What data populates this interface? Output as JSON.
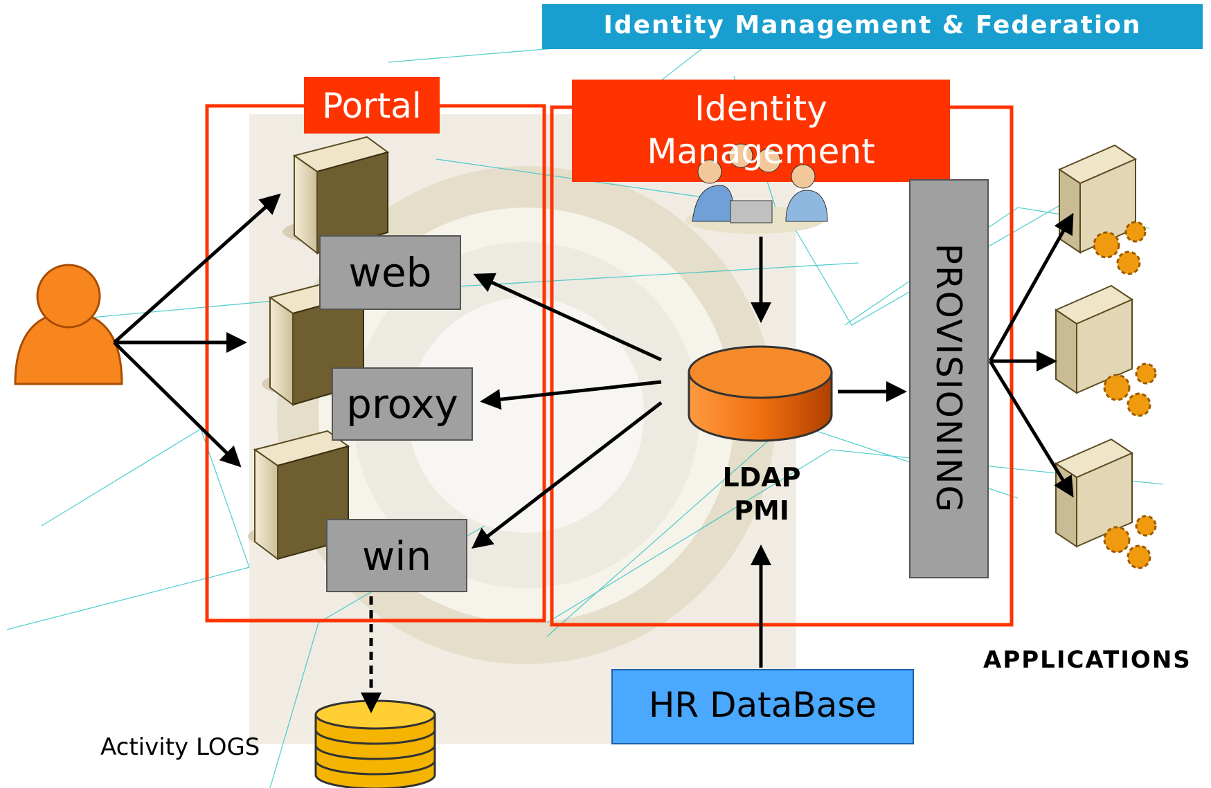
{
  "banner": {
    "title": "Identity Management & Federation"
  },
  "portal": {
    "title": "Portal",
    "servers": [
      "web",
      "proxy",
      "win"
    ]
  },
  "identity_management": {
    "title_line1": "Identity",
    "title_line2": "Management"
  },
  "provisioning": {
    "label": "PROVISIONING"
  },
  "directory": {
    "line1": "LDAP",
    "line2": "PMI"
  },
  "hr_database": {
    "label": "HR DataBase"
  },
  "applications": {
    "label": "APPLICATIONS"
  },
  "activity_logs": {
    "label": "Activity LOGS"
  },
  "colors": {
    "banner": "#199fcf",
    "frame_red": "#ff3300",
    "label_gray": "#a0a0a0",
    "hr_blue": "#4aa8ff",
    "ldap_orange": "#f07010",
    "user_orange": "#f7861e",
    "logs_gold": "#f5b400"
  }
}
